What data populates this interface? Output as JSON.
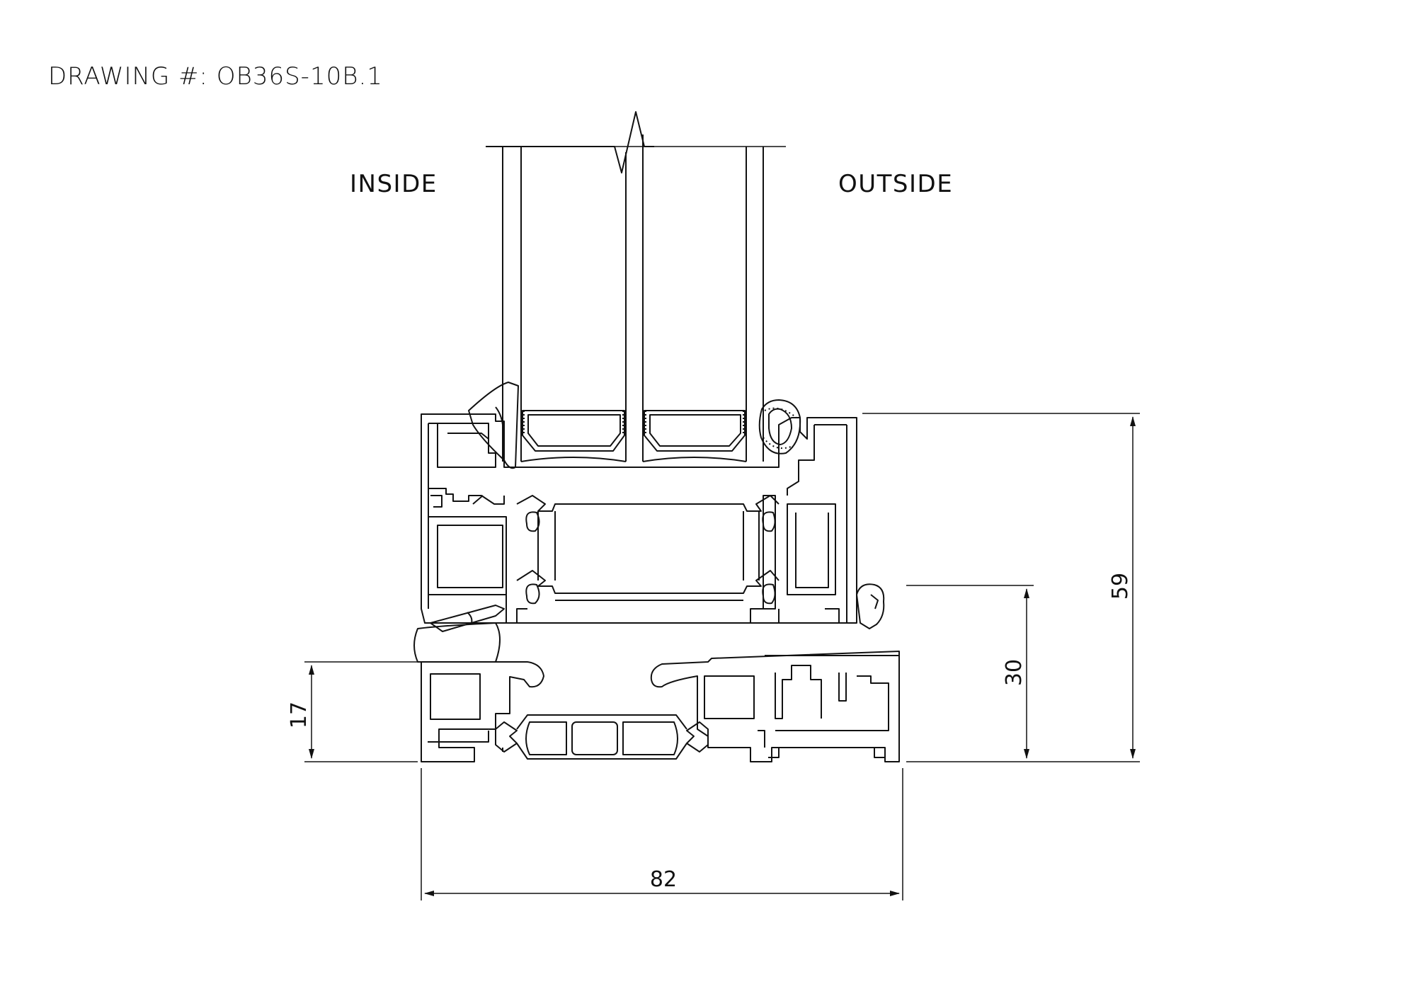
{
  "drawing": {
    "title": "DRAWING #: OB36S-10B.1",
    "labels": {
      "inside": "INSIDE",
      "outside": "OUTSIDE"
    },
    "dimensions": {
      "width": "82",
      "frame_height": "17",
      "sash_height": "30",
      "total_height": "59"
    }
  },
  "colors": {
    "line": "#111111"
  }
}
